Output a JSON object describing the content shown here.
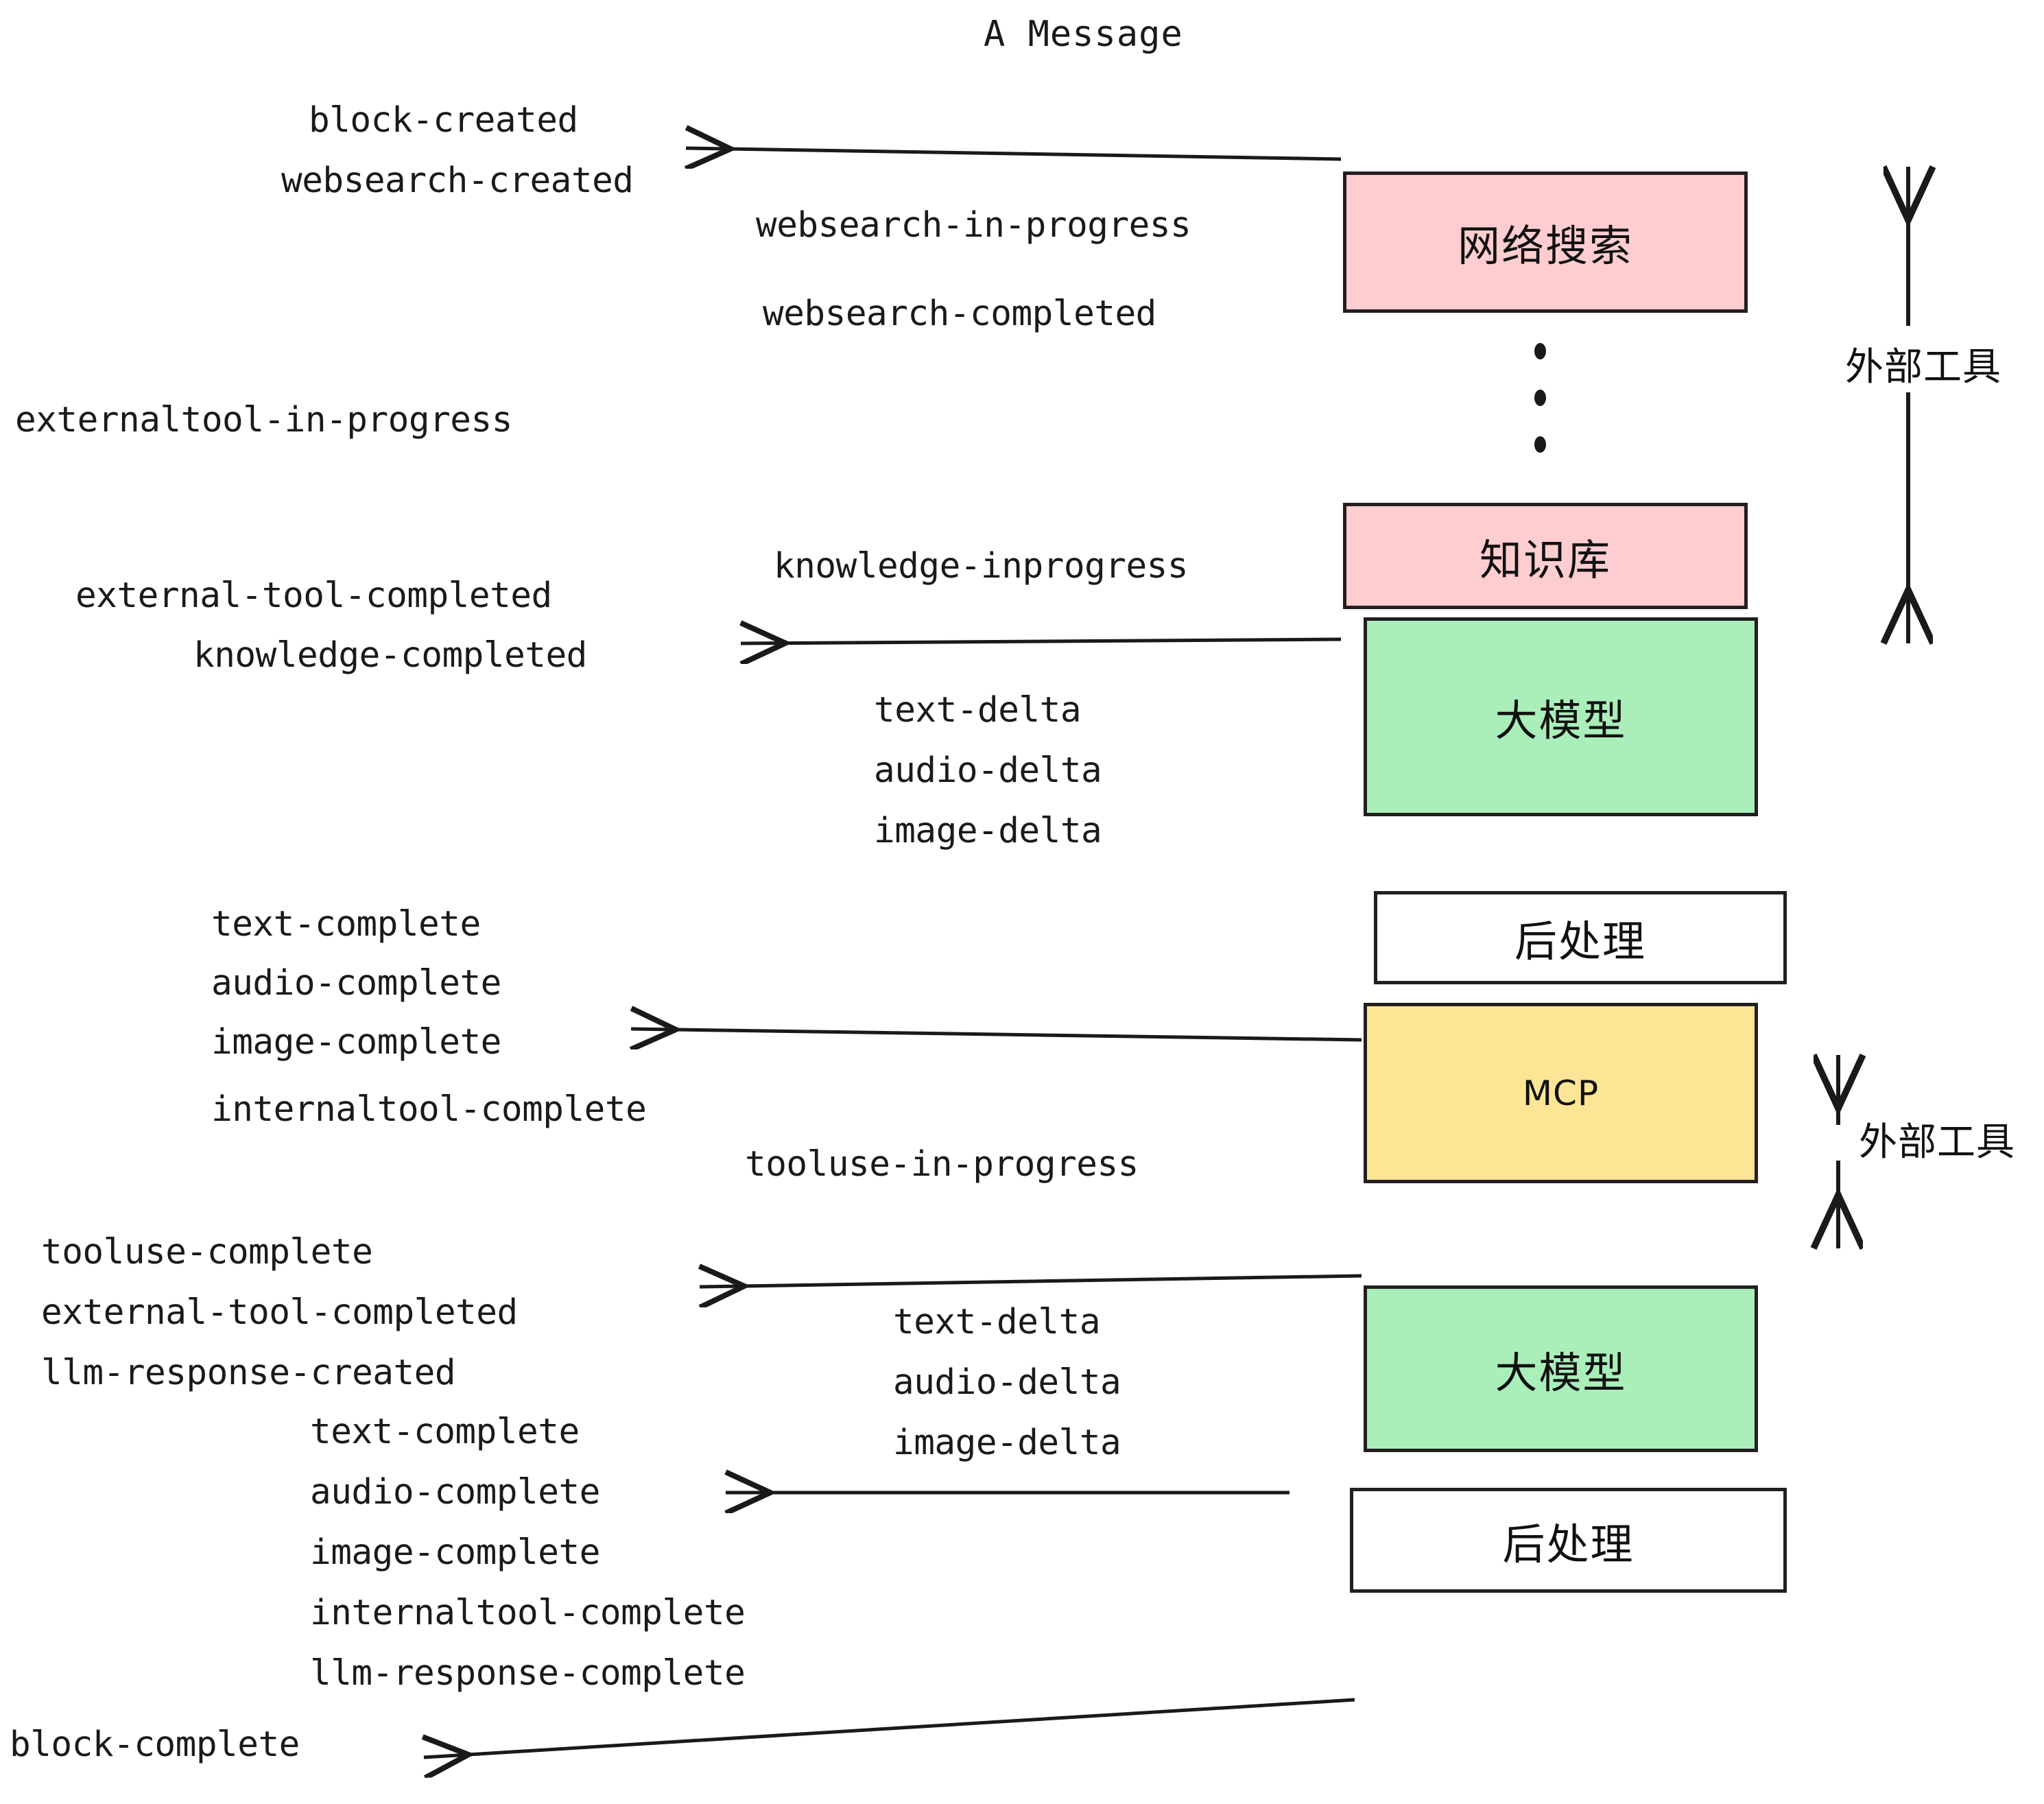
{
  "title": "A Message",
  "nodes": [
    {
      "id": "websearch",
      "label": "网络搜索",
      "color": "#fecdd0"
    },
    {
      "id": "knowledge",
      "label": "知识库",
      "color": "#fecdd0"
    },
    {
      "id": "llm1",
      "label": "大模型",
      "color": "#aaeeba"
    },
    {
      "id": "postproc1",
      "label": "后处理",
      "color": "#ffffff"
    },
    {
      "id": "mcp",
      "label": "MCP",
      "color": "#fce695"
    },
    {
      "id": "llm2",
      "label": "大模型",
      "color": "#aaeeba"
    },
    {
      "id": "postproc2",
      "label": "后处理",
      "color": "#ffffff"
    }
  ],
  "side_labels": {
    "external_tool_top": "外部工具",
    "external_tool_bottom": "外部工具"
  },
  "events": {
    "block_created": "block-created",
    "websearch_created": "websearch-created",
    "websearch_in_progress": "websearch-in-progress",
    "websearch_completed": "websearch-completed",
    "externaltool_in_progress": "externaltool-in-progress",
    "knowledge_inprogress": "knowledge-inprogress",
    "external_tool_completed_1": "external-tool-completed",
    "knowledge_completed": "knowledge-completed",
    "text_delta_1": "text-delta",
    "audio_delta_1": "audio-delta",
    "image_delta_1": "image-delta",
    "text_complete_1": "text-complete",
    "audio_complete_1": "audio-complete",
    "image_complete_1": "image-complete",
    "internaltool_complete_1": "internaltool-complete",
    "tooluse_in_progress": "tooluse-in-progress",
    "tooluse_complete": "tooluse-complete",
    "external_tool_completed_2": "external-tool-completed",
    "llm_response_created": "llm-response-created",
    "text_delta_2": "text-delta",
    "audio_delta_2": "audio-delta",
    "image_delta_2": "image-delta",
    "text_complete_2": "text-complete",
    "audio_complete_2": "audio-complete",
    "image_complete_2": "image-complete",
    "internaltool_complete_2": "internaltool-complete",
    "llm_response_complete": "llm-response-complete",
    "block_complete": "block-complete"
  },
  "colors": {
    "pink": "#fecdd0",
    "green": "#aaeeba",
    "yellow": "#fce695",
    "white": "#ffffff",
    "stroke": "#231f20",
    "text": "#1a1a1a"
  }
}
